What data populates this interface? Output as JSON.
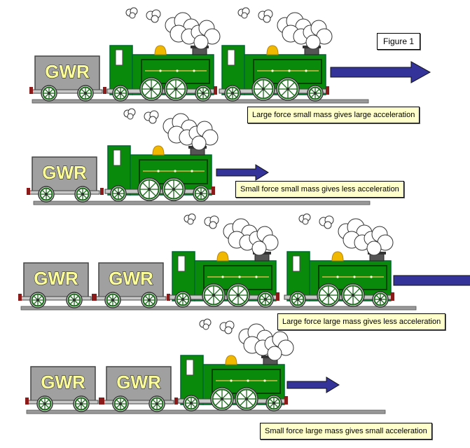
{
  "figure_label": "Figure 1",
  "wagon_text": "GWR",
  "colors": {
    "engine_green": "#0a8a0a",
    "engine_dark": "#004400",
    "dome_gold": "#f0b800",
    "wagon_grey": "#a0a0a0",
    "wagon_text": "#ffff99",
    "arrow_blue": "#333399",
    "caption_bg": "#ffffcc",
    "rail_grey": "#999999"
  },
  "scenes": [
    {
      "caption": "Large force small mass gives large acceleration",
      "engines": 2,
      "wagons": 1,
      "arrow": "large"
    },
    {
      "caption": "Small force small mass gives less acceleration",
      "engines": 1,
      "wagons": 1,
      "arrow": "small"
    },
    {
      "caption": "Large force large mass gives less acceleration",
      "engines": 2,
      "wagons": 2,
      "arrow": "large"
    },
    {
      "caption": "Small force large mass gives small acceleration",
      "engines": 1,
      "wagons": 2,
      "arrow": "small"
    }
  ]
}
